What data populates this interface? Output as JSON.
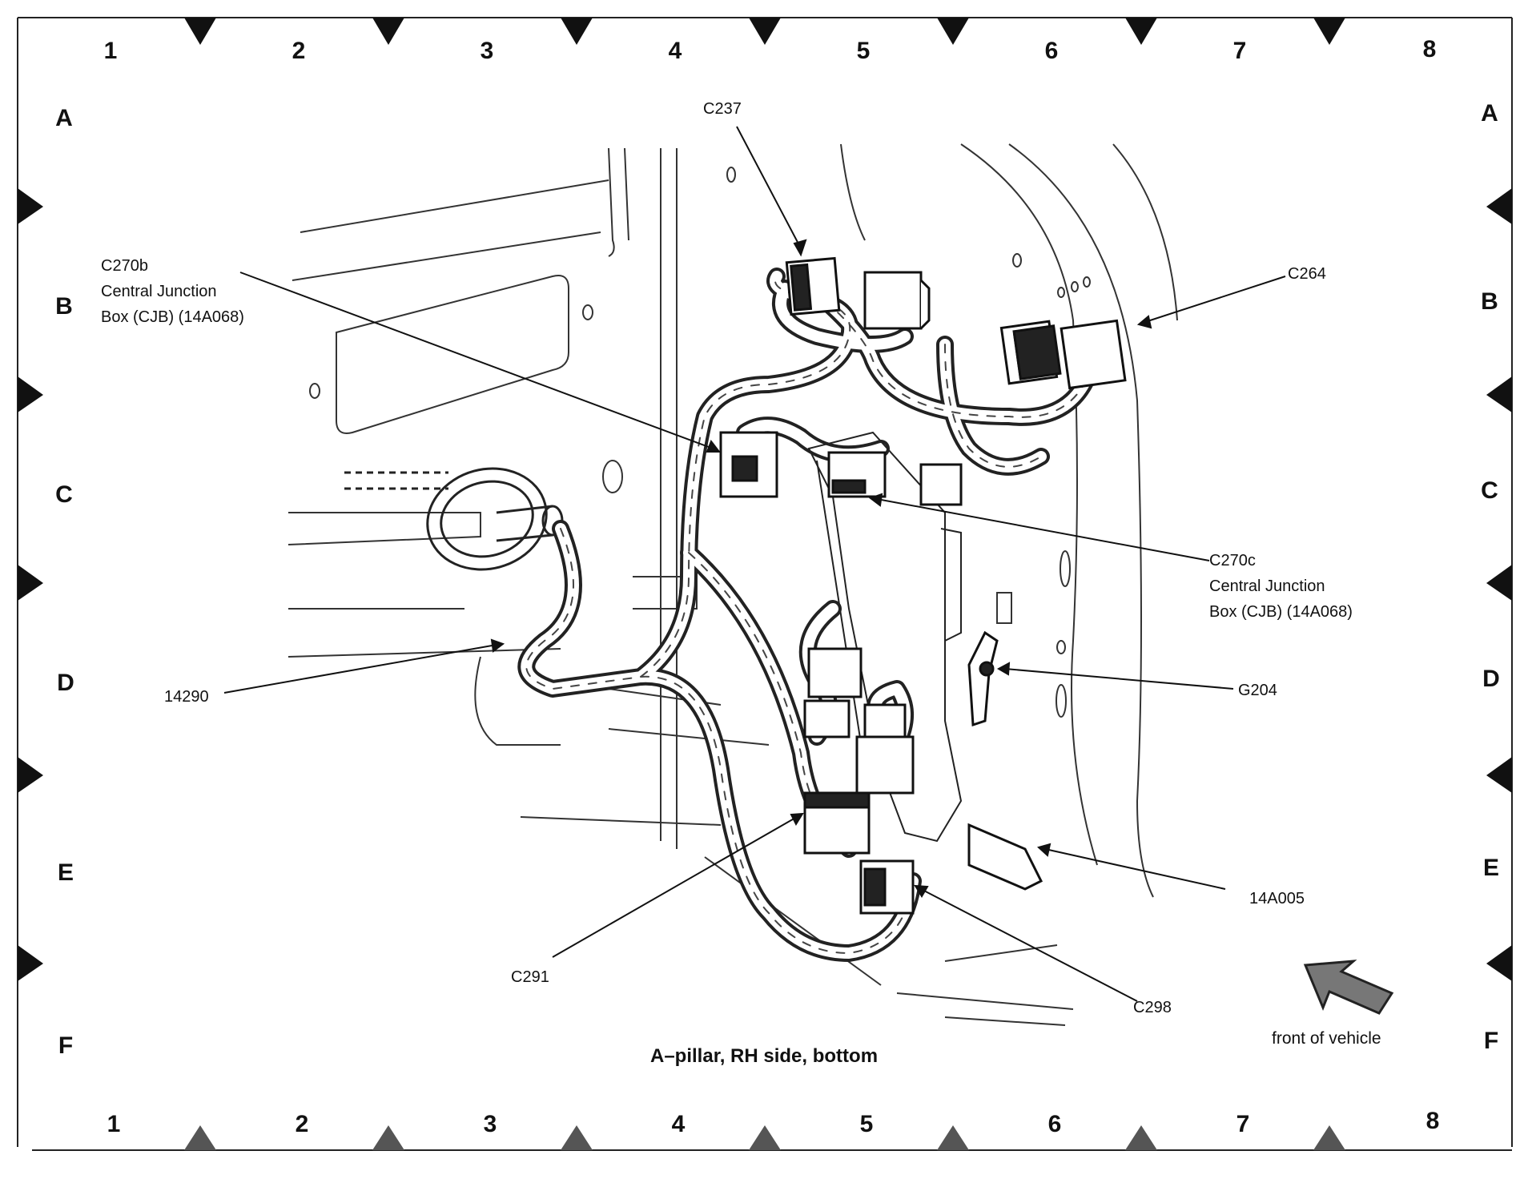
{
  "diagram": {
    "caption": "A–pillar, RH side, bottom",
    "front_label": "front of vehicle",
    "grid": {
      "columns": [
        "1",
        "2",
        "3",
        "4",
        "5",
        "6",
        "7",
        "8"
      ],
      "rows": [
        "A",
        "B",
        "C",
        "D",
        "E",
        "F"
      ]
    },
    "callouts": {
      "c237": {
        "text": "C237"
      },
      "c270b": {
        "line1": "C270b",
        "line2": "Central Junction",
        "line3": "Box (CJB) (14A068)"
      },
      "c264": {
        "text": "C264"
      },
      "c270c": {
        "line1": "C270c",
        "line2": "Central Junction",
        "line3": "Box (CJB) (14A068)"
      },
      "p14290": {
        "text": "14290"
      },
      "g204": {
        "text": "G204"
      },
      "p14a005": {
        "text": "14A005"
      },
      "c291": {
        "text": "C291"
      },
      "c298": {
        "text": "C298"
      }
    }
  }
}
